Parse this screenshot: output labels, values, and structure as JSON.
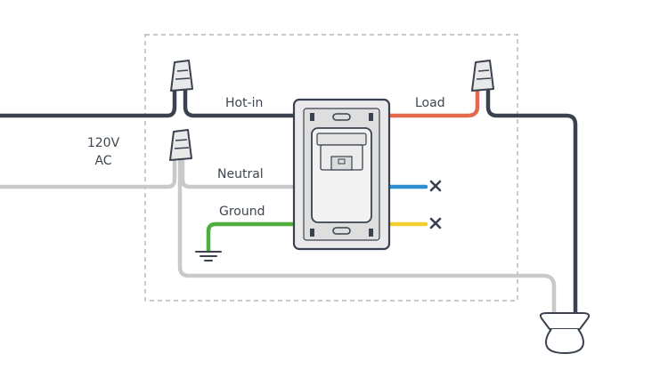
{
  "labels": {
    "source": [
      "120V",
      "AC"
    ],
    "hot_in": "Hot-in",
    "neutral": "Neutral",
    "ground": "Ground",
    "load": "Load"
  },
  "colors": {
    "hot": "#3a4250",
    "neutral": "#c9c9c9",
    "ground": "#4fae3c",
    "load": "#e5694f",
    "blue": "#2f8fd0",
    "yellow": "#f2cf2e",
    "box_border": "#a6a6a6",
    "device_body": "#e9e9e9",
    "device_outline": "#3a4250"
  },
  "icons": [
    "wire-nut-icon",
    "ground-symbol-icon",
    "light-bulb-icon",
    "x-terminal-icon"
  ]
}
